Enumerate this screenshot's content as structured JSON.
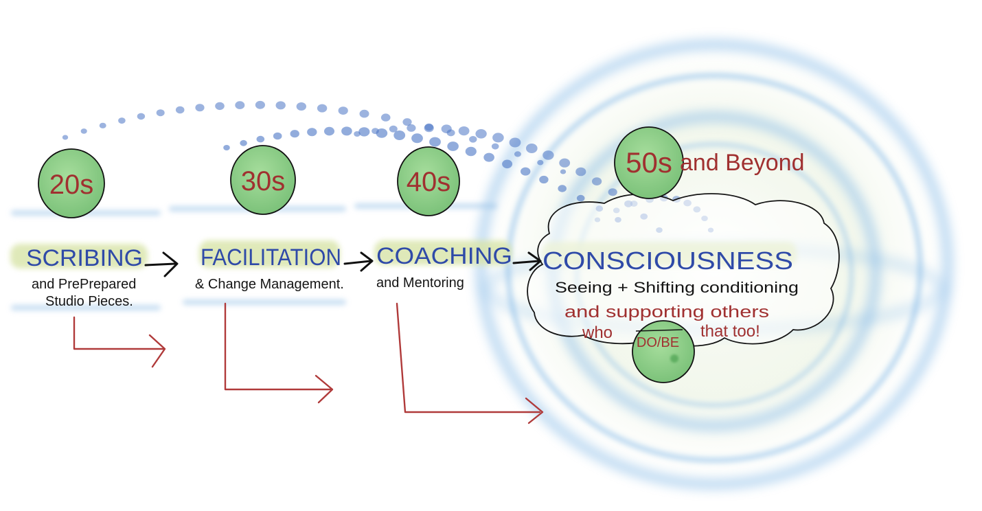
{
  "stages": [
    {
      "age": "20s",
      "title": "SCRIBING",
      "subtitle_lines": [
        "and PrePrepared",
        "Studio Pieces."
      ]
    },
    {
      "age": "30s",
      "title": "FACILITATION",
      "subtitle_lines": [
        "& Change Management."
      ]
    },
    {
      "age": "40s",
      "title": "COACHING",
      "subtitle_lines": [
        "and Mentoring"
      ]
    },
    {
      "age": "50s",
      "age_suffix": "and Beyond",
      "title": "CONSCIOUSNESS",
      "subtitle_lines": [
        "Seeing + Shifting conditioning"
      ]
    }
  ],
  "final_note": {
    "line1": "and supporting others",
    "line2_start": "who",
    "line2_end": "that too!",
    "badge": "DO/BE"
  },
  "colors": {
    "circle_fill": "#8fd08a",
    "title_blue": "#2f4aa8",
    "accent_red": "#a03030",
    "highlight": "#d8e4a8",
    "ripple_blue": "#7fb6e6",
    "dot_blue": "#4a74c4"
  }
}
